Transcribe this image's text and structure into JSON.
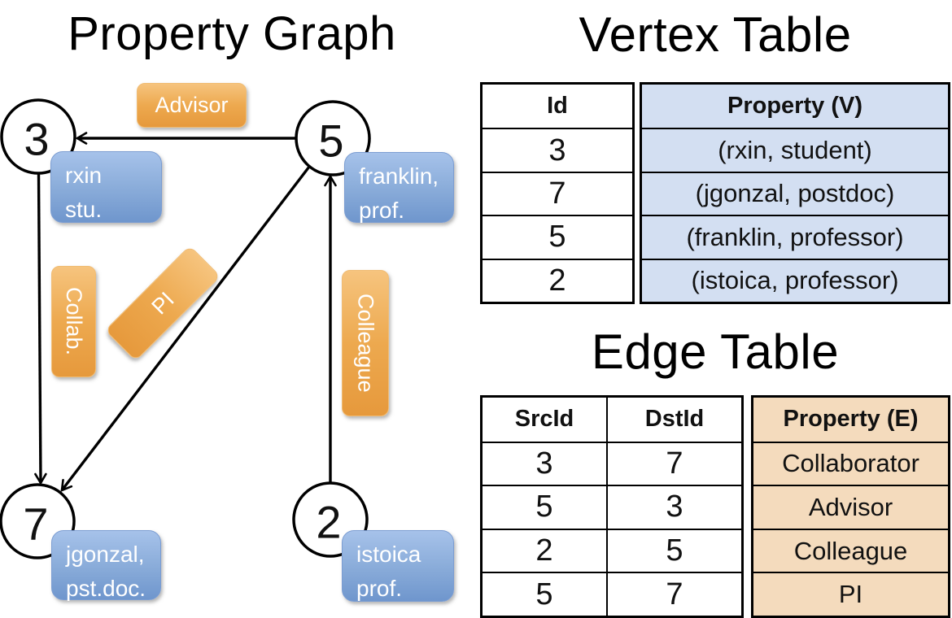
{
  "graph": {
    "title": "Property Graph",
    "nodes": [
      {
        "id": "3",
        "property_lines": [
          "rxin",
          "stu."
        ]
      },
      {
        "id": "5",
        "property_lines": [
          "franklin,",
          "prof."
        ]
      },
      {
        "id": "7",
        "property_lines": [
          "jgonzal,",
          "pst.doc."
        ]
      },
      {
        "id": "2",
        "property_lines": [
          "istoica",
          "prof."
        ]
      }
    ],
    "edge_labels": [
      {
        "text": "Advisor",
        "orientation": "horizontal"
      },
      {
        "text": "Collab.",
        "orientation": "vertical"
      },
      {
        "text": "PI",
        "orientation": "diagonal"
      },
      {
        "text": "Colleague",
        "orientation": "vertical"
      }
    ],
    "edges": [
      {
        "src": "5",
        "dst": "3",
        "label": "Advisor"
      },
      {
        "src": "3",
        "dst": "7",
        "label": "Collab."
      },
      {
        "src": "5",
        "dst": "7",
        "label": "PI"
      },
      {
        "src": "2",
        "dst": "5",
        "label": "Colleague"
      }
    ]
  },
  "vertex_table": {
    "title": "Vertex Table",
    "columns": [
      "Id",
      "Property (V)"
    ],
    "rows": [
      [
        "3",
        "(rxin, student)"
      ],
      [
        "7",
        "(jgonzal, postdoc)"
      ],
      [
        "5",
        "(franklin, professor)"
      ],
      [
        "2",
        "(istoica, professor)"
      ]
    ]
  },
  "edge_table": {
    "title": "Edge Table",
    "columns": [
      "SrcId",
      "DstId",
      "Property (E)"
    ],
    "rows": [
      [
        "3",
        "7",
        "Collaborator"
      ],
      [
        "5",
        "3",
        "Advisor"
      ],
      [
        "2",
        "5",
        "Colleague"
      ],
      [
        "5",
        "7",
        "PI"
      ]
    ]
  },
  "colors": {
    "edge_label_orange": "#eda94f",
    "vertex_box_blue": "#8badda",
    "vertex_table_fill": "#d3dff2",
    "edge_table_fill": "#f4dbbd",
    "line_black": "#000000"
  }
}
